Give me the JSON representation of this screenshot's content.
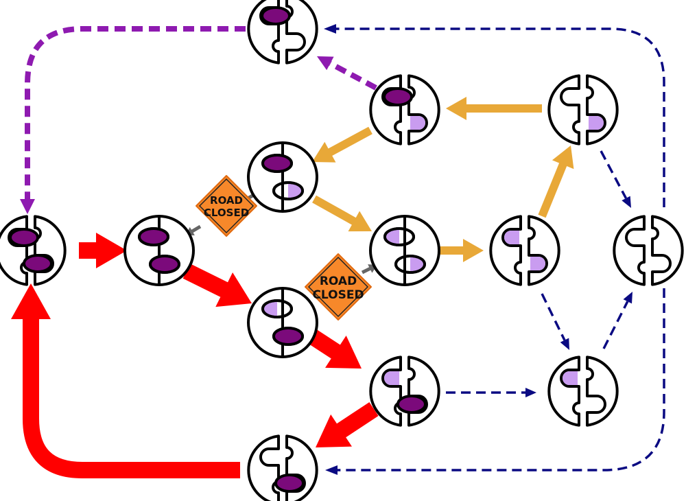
{
  "colors": {
    "outline": "#000000",
    "bound_ligand": "#7b0a7b",
    "light_ligand": "#c99cf0",
    "red_path": "#ff0000",
    "orange_path": "#e8a838",
    "purple_path": "#8e1ab0",
    "navy_path": "#0a0a82",
    "sign_fill": "#f7882a",
    "blocked_arrow": "#666666"
  },
  "signs": [
    {
      "line1": "ROAD",
      "line2": "CLOSED"
    },
    {
      "line1": "ROAD",
      "line2": "CLOSED"
    }
  ],
  "nodes": [
    {
      "id": "top",
      "form": "open",
      "top": "bound",
      "bottom": "none"
    },
    {
      "id": "upper-mid",
      "form": "open",
      "top": "bound",
      "bottom": "light"
    },
    {
      "id": "upper-right",
      "form": "open",
      "top": "none",
      "bottom": "light"
    },
    {
      "id": "mid-upper",
      "form": "closed",
      "top": "bound",
      "bottom": "half-right"
    },
    {
      "id": "left",
      "form": "open",
      "top": "bound",
      "bottom": "bound"
    },
    {
      "id": "left-closed",
      "form": "closed",
      "top": "bound",
      "bottom": "bound"
    },
    {
      "id": "center",
      "form": "closed",
      "top": "half-left",
      "bottom": "half-right"
    },
    {
      "id": "center-right",
      "form": "open",
      "top": "light",
      "bottom": "light"
    },
    {
      "id": "far-right",
      "form": "open",
      "top": "none",
      "bottom": "none"
    },
    {
      "id": "mid-lower",
      "form": "closed",
      "top": "half-left",
      "bottom": "bound"
    },
    {
      "id": "lower-mid",
      "form": "open",
      "top": "light",
      "bottom": "bound"
    },
    {
      "id": "lower-right",
      "form": "open",
      "top": "light",
      "bottom": "none"
    },
    {
      "id": "bottom",
      "form": "open",
      "top": "none",
      "bottom": "bound"
    }
  ]
}
